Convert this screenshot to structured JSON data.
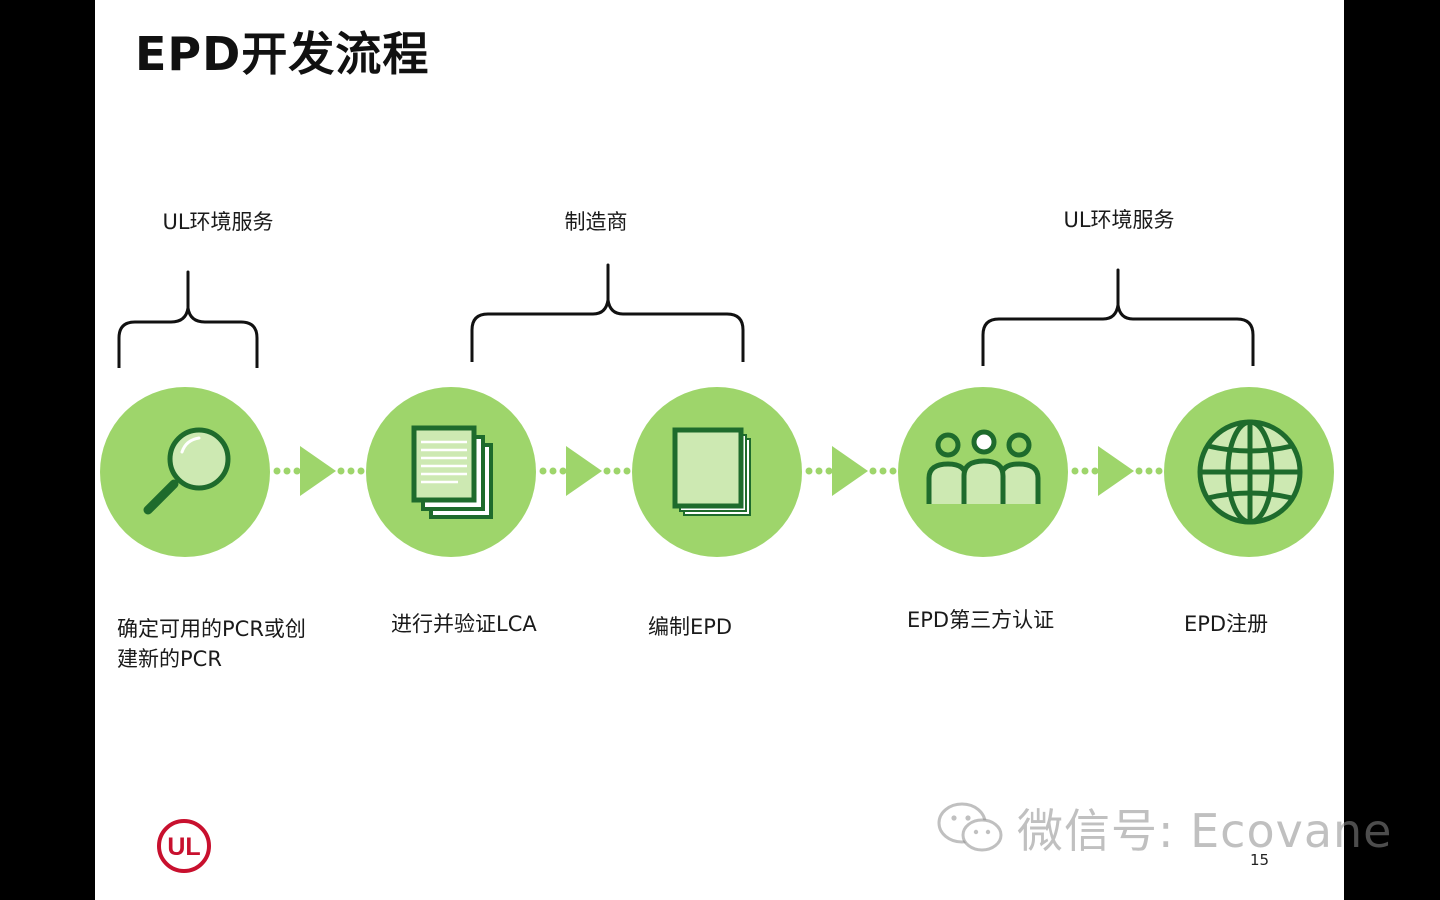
{
  "title": "EPD开发流程",
  "groups": [
    {
      "label": "UL环境服务"
    },
    {
      "label": "制造商"
    },
    {
      "label": "UL环境服务"
    }
  ],
  "steps": [
    {
      "label_lines": [
        "确定可用的PCR或创",
        "建新的PCR"
      ],
      "icon": "magnifier-icon"
    },
    {
      "label_lines": [
        "进行并验证LCA"
      ],
      "icon": "documents-stack-icon"
    },
    {
      "label_lines": [
        "编制EPD"
      ],
      "icon": "document-pages-icon"
    },
    {
      "label_lines": [
        "EPD第三方认证"
      ],
      "icon": "people-group-icon"
    },
    {
      "label_lines": [
        "EPD注册"
      ],
      "icon": "globe-icon"
    }
  ],
  "logo": {
    "text": "UL"
  },
  "page_number": "15",
  "watermark": "微信号: Ecovane",
  "colors": {
    "circle": "#9ed56b",
    "icon_dark": "#1e6b2c",
    "icon_light": "#cde9b2",
    "arrow": "#9ed56b",
    "logo_red": "#c8102e"
  }
}
